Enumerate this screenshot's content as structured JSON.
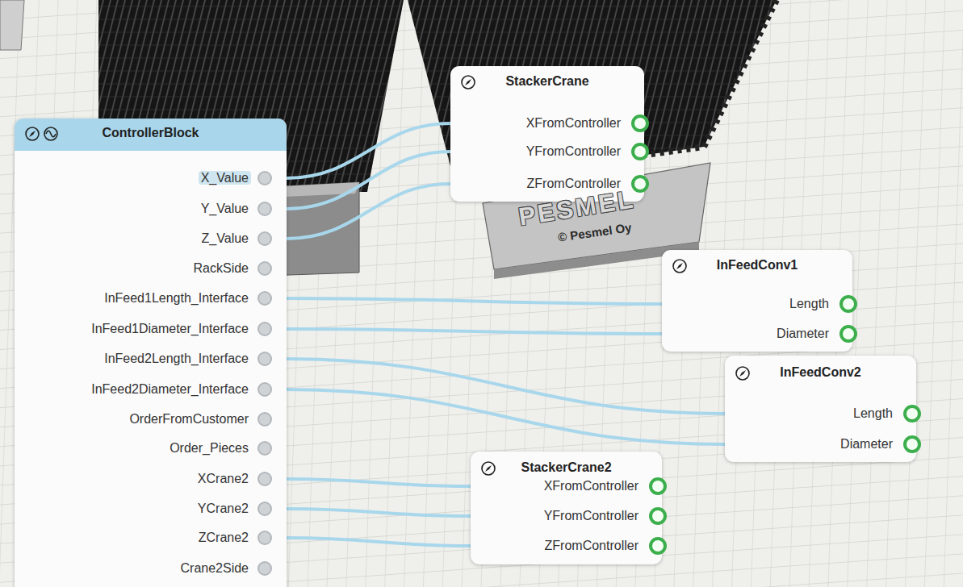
{
  "diagram": {
    "nodes": [
      {
        "text": [
          "ControllerBlock",
          "X_Value",
          "Y_Value",
          "Z_Value",
          "RackSide",
          "InFeed1Length_Interface",
          "InFeed1Diameter_Interface",
          "InFeed2Length_Interface",
          "InFeed2Diameter_Interface",
          "OrderFromCustomer",
          "Order_Pieces",
          "XCrane2",
          "YCrane2",
          "ZCrane2",
          "Crane2Side"
        ]
      },
      {
        "text": [
          "StackerCrane",
          "XFromController",
          "YFromController",
          "ZFromController"
        ]
      },
      {
        "text": [
          "InFeedConv1",
          "Length",
          "Diameter"
        ]
      },
      {
        "text": [
          "InFeedConv2",
          "Length",
          "Diameter"
        ]
      },
      {
        "text": [
          "StackerCrane2",
          "XFromController",
          "YFromController",
          "ZFromController"
        ]
      }
    ],
    "edges": [
      {
        "from": 0,
        "to": 1,
        "arrow": "none"
      },
      {
        "from": 0,
        "to": 1,
        "arrow": "none"
      },
      {
        "from": 0,
        "to": 1,
        "arrow": "none"
      },
      {
        "from": 0,
        "to": 2,
        "arrow": "none"
      },
      {
        "from": 0,
        "to": 2,
        "arrow": "none"
      },
      {
        "from": 0,
        "to": 3,
        "arrow": "none"
      },
      {
        "from": 0,
        "to": 3,
        "arrow": "none"
      },
      {
        "from": 0,
        "to": 4,
        "arrow": "none"
      },
      {
        "from": 0,
        "to": 4,
        "arrow": "none"
      },
      {
        "from": 0,
        "to": 4,
        "arrow": "none"
      }
    ],
    "labels": [
      "PESMEL",
      "© Pesmel Oy"
    ]
  }
}
